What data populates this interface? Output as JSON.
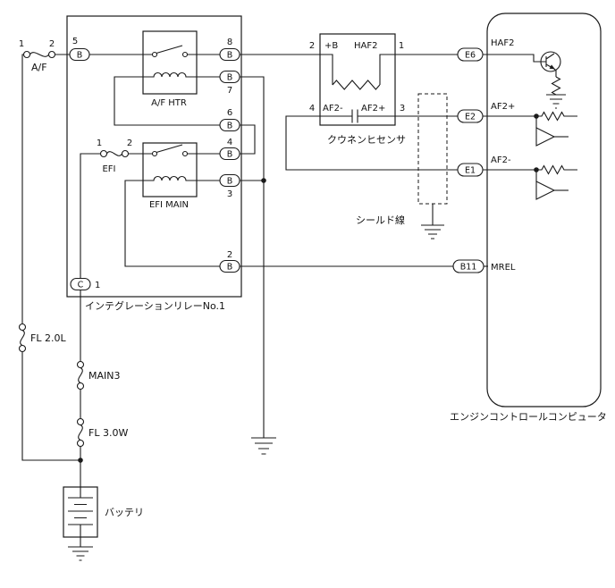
{
  "power": {
    "af_fuse": {
      "label": "A/F",
      "pin_left": "1",
      "pin_right": "2"
    },
    "fl_2_0l": {
      "label": "FL 2.0L"
    },
    "main3": {
      "label": "MAIN3"
    },
    "fl_3_0w": {
      "label": "FL 3.0W"
    },
    "battery": {
      "label": "バッテリ"
    }
  },
  "relay": {
    "label": "インテグレーションリレーNo.1",
    "connector_b": "B",
    "connector_c": "C",
    "af_htr": {
      "label": "A/F HTR"
    },
    "efi_main": {
      "label": "EFI MAIN"
    },
    "efi_fuse": {
      "label": "EFI",
      "pin_left": "1",
      "pin_right": "2"
    },
    "pins": {
      "p5": "5",
      "p8": "8",
      "p7": "7",
      "p6": "6",
      "p4": "4",
      "p3": "3",
      "p2": "2",
      "p1": "1"
    }
  },
  "sensor": {
    "label": "クウネンヒセンサ",
    "terminals": {
      "plus_b": "+B",
      "haf2": "HAF2",
      "af2_minus": "AF2-",
      "af2_plus": "AF2+"
    },
    "pins": {
      "plus_b": "2",
      "haf2": "1",
      "af2_minus": "4",
      "af2_plus": "3"
    }
  },
  "shield": {
    "label": "シールド線"
  },
  "ecu": {
    "label": "エンジンコントロールコンピュータ",
    "connectors": {
      "e6": {
        "id": "E6",
        "signal": "HAF2"
      },
      "e2": {
        "id": "E2",
        "signal": "AF2+"
      },
      "e1": {
        "id": "E1",
        "signal": "AF2-"
      },
      "b11": {
        "id": "B11",
        "signal": "MREL"
      }
    }
  },
  "colors": {
    "line": "#1a1a1a",
    "background": "#ffffff"
  }
}
